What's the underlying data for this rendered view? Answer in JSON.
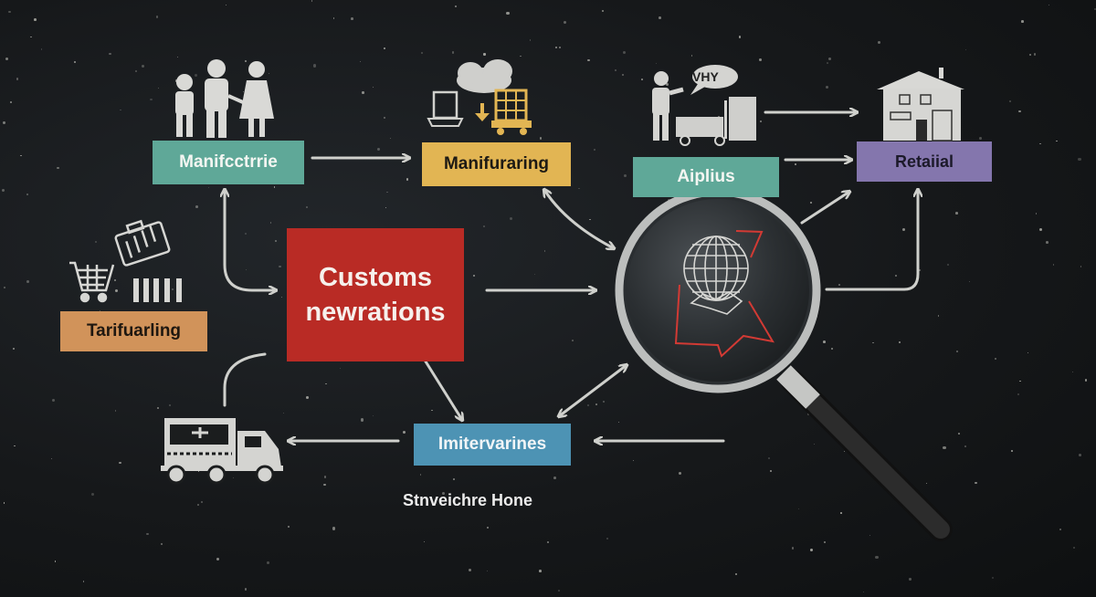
{
  "diagram": {
    "theme": "chalkboard",
    "background_color": "#141617",
    "nodes": [
      {
        "id": "manufacturer",
        "label": "Manifcctrrie",
        "color": "#5fa898",
        "icon": "family-people-icon"
      },
      {
        "id": "manufacturing",
        "label": "Manifuraring",
        "color": "#e2b553",
        "icon": "cloud-cargo-icon"
      },
      {
        "id": "airplanes",
        "label": "Aiplius",
        "color": "#5fa898",
        "icon": "worker-forklift-icon"
      },
      {
        "id": "retail",
        "label": "Retaiial",
        "color": "#8476ad",
        "icon": "house-store-icon"
      },
      {
        "id": "tariff",
        "label": "Tarifuarling",
        "color": "#d1935a",
        "icon": "shopping-cart-icon"
      },
      {
        "id": "customs",
        "label_line1": "Customs",
        "label_line2": "newrations",
        "color": "#b92b25"
      },
      {
        "id": "intermediaries",
        "label": "Imitervarines",
        "color": "#4d93b4"
      },
      {
        "id": "magnifier",
        "icon": "magnifying-glass-globe-icon"
      },
      {
        "id": "truck",
        "icon": "delivery-truck-icon"
      }
    ],
    "speech_bubble": "VHY",
    "caption": "Stnveichre Hone",
    "edges": [
      {
        "from": "manufacturer",
        "to": "manufacturing",
        "type": "arrow"
      },
      {
        "from": "airplanes",
        "to": "retail",
        "type": "arrow"
      },
      {
        "from": "worker",
        "to": "retail",
        "type": "arrow"
      },
      {
        "from": "manufacturer",
        "to": "customs",
        "type": "bidirectional-curve"
      },
      {
        "from": "manufacturing",
        "to": "magnifier",
        "type": "bidirectional"
      },
      {
        "from": "customs",
        "to": "magnifier",
        "type": "arrow"
      },
      {
        "from": "magnifier",
        "to": "retail",
        "type": "arrow"
      },
      {
        "from": "magnifier",
        "to": "retail",
        "type": "curved-arrow"
      },
      {
        "from": "customs",
        "to": "intermediaries",
        "type": "arrow"
      },
      {
        "from": "magnifier",
        "to": "intermediaries",
        "type": "bidirectional"
      },
      {
        "from": "intermediaries",
        "to": "truck",
        "type": "arrow"
      },
      {
        "from": "right",
        "to": "intermediaries",
        "type": "arrow"
      },
      {
        "from": "truck",
        "to": "customs",
        "type": "curve"
      }
    ]
  }
}
